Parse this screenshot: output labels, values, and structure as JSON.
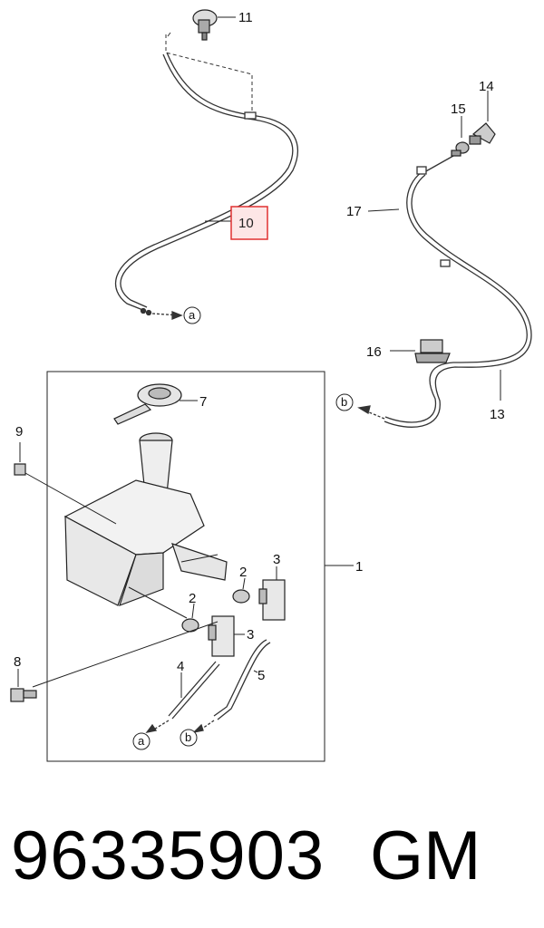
{
  "diagram": {
    "callouts": {
      "c1": "1",
      "c2a": "2",
      "c2b": "2",
      "c3a": "3",
      "c3b": "3",
      "c4": "4",
      "c5": "5",
      "c7": "7",
      "c8": "8",
      "c9": "9",
      "c10": "10",
      "c11": "11",
      "c13": "13",
      "c14": "14",
      "c15": "15",
      "c16": "16",
      "c17": "17"
    },
    "refs": {
      "a_top": "a",
      "a_bottom": "a",
      "b_right": "b",
      "b_bottom": "b"
    },
    "highlight_color": "#e03030",
    "highlight_fill": "#fde6e6"
  },
  "footer": {
    "part_number": "96335903",
    "brand": "GM"
  }
}
